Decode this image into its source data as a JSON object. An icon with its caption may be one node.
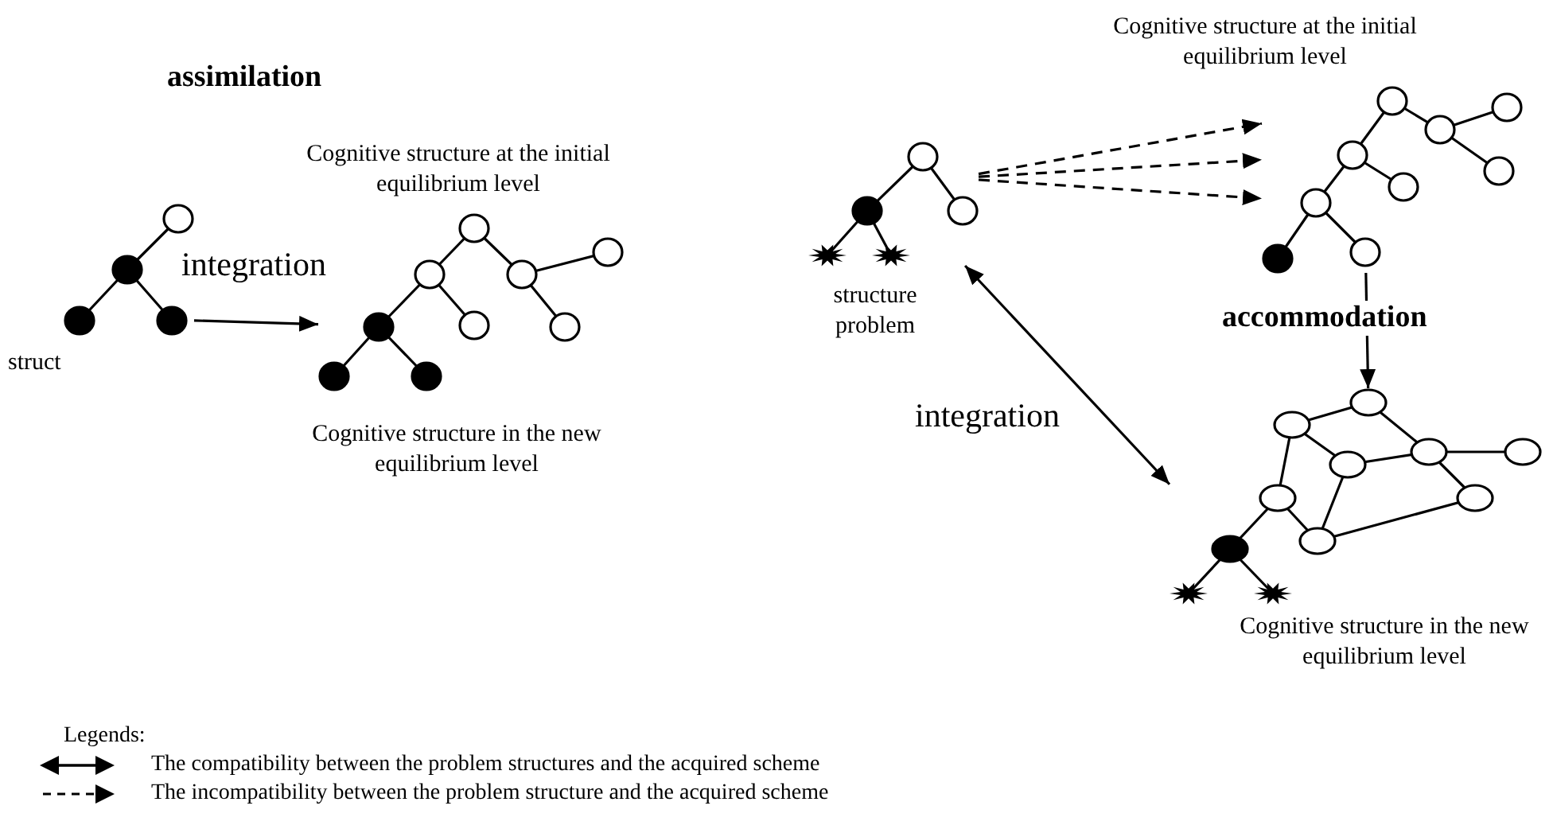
{
  "diagram": {
    "nodes": [
      {
        "text": [],
        "shape": "tree",
        "beside": [
          "struct"
        ]
      },
      {
        "text": [],
        "shape": "tree",
        "beside": [
          "Cognitive structure at the initial equilibrium level",
          "Cognitive structure in the new equilibrium level"
        ]
      },
      {
        "text": [],
        "shape": "tree",
        "beside": [
          "structure problem"
        ]
      },
      {
        "text": [],
        "shape": "tree",
        "beside": [
          "Cognitive structure at the initial equilibrium level"
        ]
      },
      {
        "text": [],
        "shape": "graph",
        "beside": [
          "Cognitive structure in the new equilibrium level"
        ]
      }
    ],
    "edges": [
      {
        "from": 0,
        "to": 1,
        "arrow": "to",
        "label": "integration"
      },
      {
        "from": 2,
        "to": 3,
        "arrow": "to",
        "style": "dashed"
      },
      {
        "from": 2,
        "to": 3,
        "arrow": "to",
        "style": "dashed"
      },
      {
        "from": 2,
        "to": 3,
        "arrow": "to",
        "style": "dashed"
      },
      {
        "from": 3,
        "to": 4,
        "arrow": "to"
      },
      {
        "from": 2,
        "to": 4,
        "arrow": "both",
        "label": "integration"
      }
    ],
    "labels": [
      "assimilation",
      "accommodation",
      "Legends:"
    ],
    "legend": [
      {
        "text": "The compatibility between the problem structures and the acquired scheme"
      },
      {
        "text": "The incompatibility between the problem structure and the acquired scheme"
      }
    ]
  }
}
